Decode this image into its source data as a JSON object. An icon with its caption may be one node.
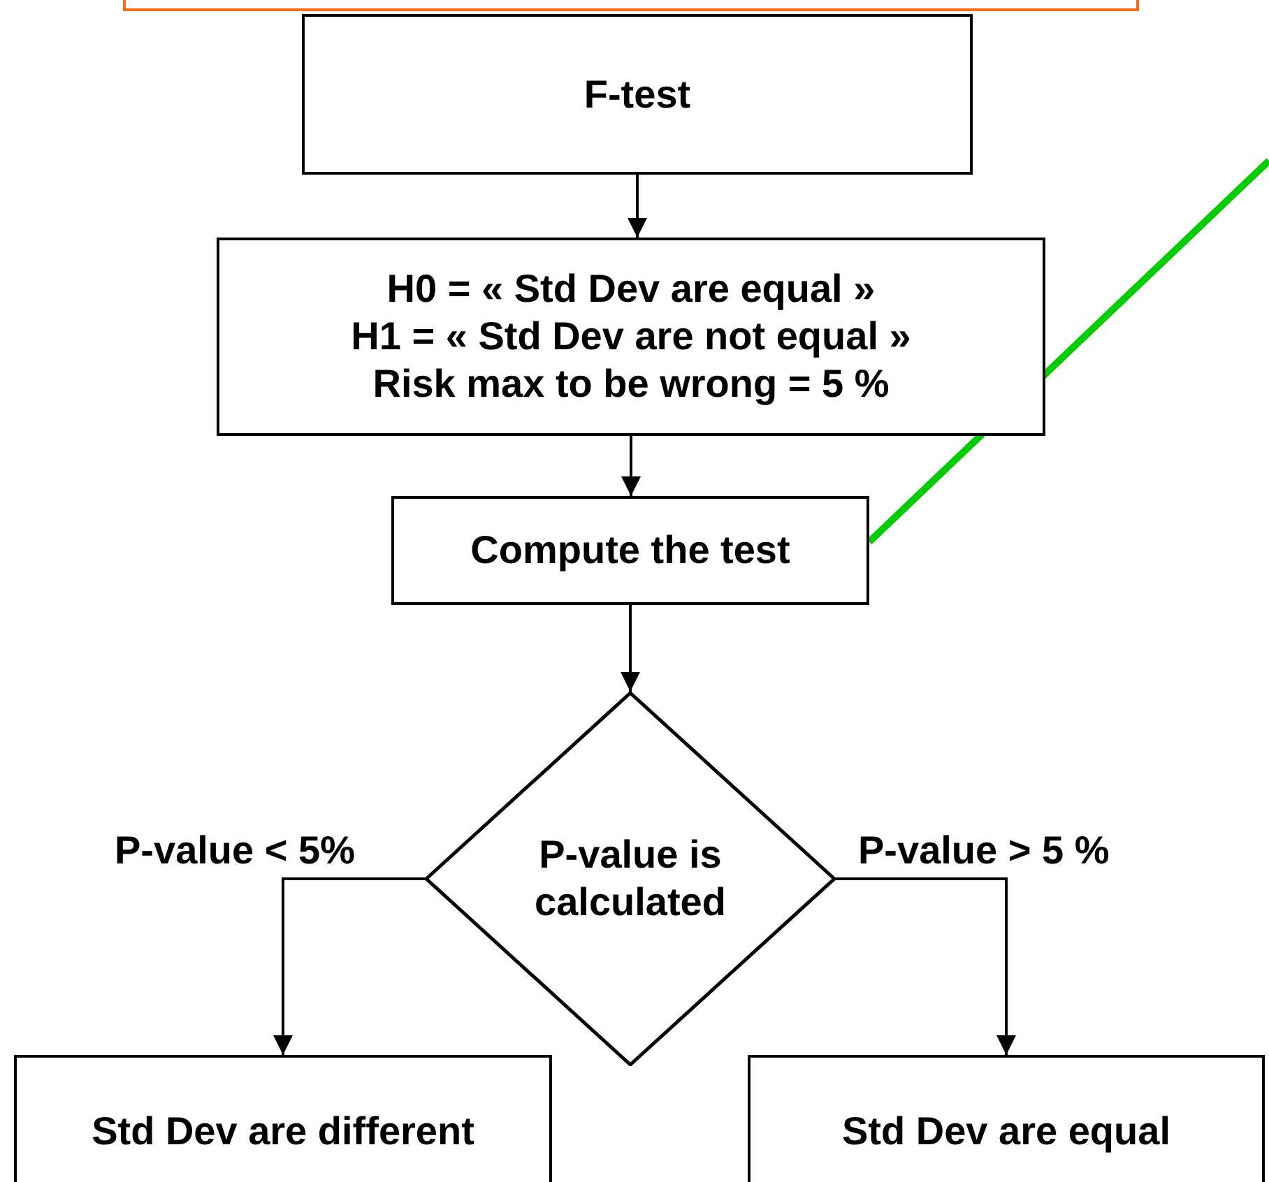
{
  "diagram": {
    "nodes": [
      {
        "text": [],
        "shape": "box"
      },
      {
        "text": [
          "F-test"
        ]
      },
      {
        "text": [
          "H0 = « Std Dev are equal »",
          "H1 = « Std Dev are not equal »",
          "Risk max to be wrong = 5 %"
        ]
      },
      {
        "text": [
          "Compute the test"
        ]
      },
      {
        "text": [
          "P-value is calculated"
        ]
      },
      {
        "text": [
          "Std Dev are different"
        ]
      },
      {
        "text": [
          "Std Dev are equal"
        ]
      }
    ],
    "edges": [
      {
        "from": 1,
        "to": 2,
        "arrow": "to"
      },
      {
        "from": 2,
        "to": 3,
        "arrow": "to"
      },
      {
        "from": 3,
        "to": 4,
        "arrow": "to"
      },
      {
        "from": 4,
        "to": 5,
        "arrow": "to",
        "label": "P-value < 5%"
      },
      {
        "from": 4,
        "to": 6,
        "arrow": "to",
        "label": "P-value > 5 %"
      },
      {
        "from": 3,
        "to": null,
        "arrow": "none",
        "style": "thick",
        "color": "#00cc00"
      }
    ]
  }
}
